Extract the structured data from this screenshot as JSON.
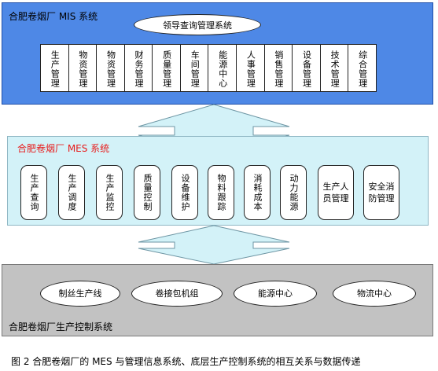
{
  "mis": {
    "title": "合肥卷烟厂 MIS 系统",
    "top_system": "领导查询管理系统",
    "modules": [
      "生产管理",
      "物资管理",
      "物资管理",
      "财务管理",
      "质量管理",
      "车间管理",
      "能源中心",
      "人事管理",
      "销售管理",
      "设备管理",
      "技术管理",
      "综合管理"
    ]
  },
  "mes": {
    "title": "合肥卷烟厂 MES 系统",
    "modules": [
      "生产查询",
      "生产调度",
      "生产监控",
      "质量控制",
      "设备维护",
      "物料跟踪",
      "消耗成本",
      "动力能源",
      "生产人员管理",
      "安全消防管理"
    ]
  },
  "control": {
    "title": "合肥卷烟厂生产控制系统",
    "units": [
      "制丝生产线",
      "卷接包机组",
      "能源中心",
      "物流中心"
    ]
  },
  "caption": "图 2  合肥卷烟厂的 MES 与管理信息系统、底层生产控制系统的相互关系与数据传递",
  "colors": {
    "mis_bg": "#4e88e6",
    "mes_bg": "#d3f2f8",
    "control_bg": "#c2c2c2",
    "mes_title": "#e81c1c"
  }
}
